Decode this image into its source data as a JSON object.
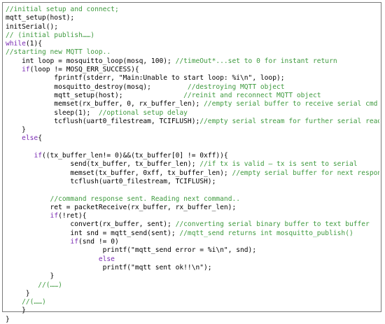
{
  "colors": {
    "comment": "#3f9a3f",
    "keyword": "#7a2bb3",
    "text": "#000000",
    "border": "#7a7a7a"
  },
  "lines": [
    [
      [
        "cm",
        "//initial setup and connect;"
      ]
    ],
    [
      [
        "plain",
        "mqtt_setup(host);"
      ]
    ],
    [
      [
        "plain",
        "initSerial();"
      ]
    ],
    [
      [
        "cm",
        "// (initial publish……)"
      ]
    ],
    [
      [
        "kw",
        "while"
      ],
      [
        "plain",
        "(1){"
      ]
    ],
    [
      [
        "cm",
        "//starting new MQTT loop.."
      ]
    ],
    [
      [
        "plain",
        "    int loop = mosquitto_loop(mosq, 100); "
      ],
      [
        "cm",
        "//timeOut*...set to 0 for instant return"
      ]
    ],
    [
      [
        "plain",
        "    "
      ],
      [
        "kw",
        "if"
      ],
      [
        "plain",
        "(loop != MOSQ_ERR_SUCCESS){"
      ]
    ],
    [
      [
        "plain",
        "            fprintf(stderr, \"Main:Unable to start loop: %i\\n\", loop);"
      ]
    ],
    [
      [
        "plain",
        "            mosquitto_destroy(mosq);         "
      ],
      [
        "cm",
        "//destroying MQTT object"
      ]
    ],
    [
      [
        "plain",
        "            mqtt_setup(host);               "
      ],
      [
        "cm",
        "//reinit and reconnect MQTT object"
      ]
    ],
    [
      [
        "plain",
        "            memset(rx_buffer, 0, rx_buffer_len); "
      ],
      [
        "cm",
        "//empty serial buffer to receive serial cmd"
      ]
    ],
    [
      [
        "plain",
        "            sleep(1);  "
      ],
      [
        "cm",
        "//optional setup delay"
      ]
    ],
    [
      [
        "plain",
        "            tcflush(uart0_filestream, TCIFLUSH);"
      ],
      [
        "cm",
        "//empty serial stream for further serial read"
      ]
    ],
    [
      [
        "plain",
        "    }"
      ]
    ],
    [
      [
        "plain",
        "    "
      ],
      [
        "kw",
        "else"
      ],
      [
        "plain",
        "{"
      ]
    ],
    [
      [
        "plain",
        ""
      ]
    ],
    [
      [
        "plain",
        "       "
      ],
      [
        "kw",
        "if"
      ],
      [
        "plain",
        "((tx_buffer_len!= 0)&&(tx_buffer[0] != 0xff)){"
      ]
    ],
    [
      [
        "plain",
        "                send(tx_buffer, tx_buffer_len); "
      ],
      [
        "cm",
        "//if tx is valid – tx is sent to serial"
      ]
    ],
    [
      [
        "plain",
        "                memset(tx_buffer, 0xff, tx_buffer_len); "
      ],
      [
        "cm",
        "//empty serial buffer for next response"
      ]
    ],
    [
      [
        "plain",
        "                tcflush(uart0_filestream, TCIFLUSH);"
      ]
    ],
    [
      [
        "plain",
        ""
      ]
    ],
    [
      [
        "plain",
        "           "
      ],
      [
        "cm",
        "//command response sent. Reading next command.."
      ]
    ],
    [
      [
        "plain",
        "           ret = packetReceive(rx_buffer, rx_buffer_len);"
      ]
    ],
    [
      [
        "plain",
        "           "
      ],
      [
        "kw",
        "if"
      ],
      [
        "plain",
        "(!ret){"
      ]
    ],
    [
      [
        "plain",
        "                convert(rx_buffer, sent); "
      ],
      [
        "cm",
        "//converting serial binary buffer to text buffer"
      ]
    ],
    [
      [
        "plain",
        "                int snd = mqtt_send(sent); "
      ],
      [
        "cm",
        "//mqtt_send returns int mosquitto_publish()"
      ]
    ],
    [
      [
        "plain",
        "                "
      ],
      [
        "kw",
        "if"
      ],
      [
        "plain",
        "(snd != 0)"
      ]
    ],
    [
      [
        "plain",
        "                        printf(\"mqtt_send error = %i\\n\", snd);"
      ]
    ],
    [
      [
        "plain",
        "                       "
      ],
      [
        "kw",
        "else"
      ]
    ],
    [
      [
        "plain",
        "                        printf(\"mqtt sent ok!!\\n\");"
      ]
    ],
    [
      [
        "plain",
        "           }"
      ]
    ],
    [
      [
        "plain",
        "        "
      ],
      [
        "cm",
        "//(……)"
      ]
    ],
    [
      [
        "plain",
        "     }"
      ]
    ],
    [
      [
        "plain",
        "    "
      ],
      [
        "cm",
        "//(……)"
      ]
    ],
    [
      [
        "plain",
        "    }"
      ]
    ],
    [
      [
        "plain",
        "}"
      ]
    ]
  ]
}
